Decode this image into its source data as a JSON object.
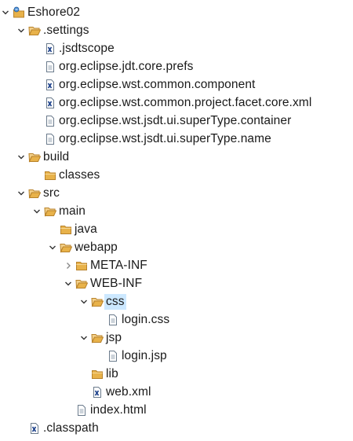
{
  "tree": {
    "items": [
      {
        "label": "Eshore02",
        "depth": 0,
        "arrow": "down",
        "icon": "project"
      },
      {
        "label": ".settings",
        "depth": 1,
        "arrow": "down",
        "icon": "folder-open"
      },
      {
        "label": ".jsdtscope",
        "depth": 2,
        "arrow": "none",
        "icon": "xml-file"
      },
      {
        "label": "org.eclipse.jdt.core.prefs",
        "depth": 2,
        "arrow": "none",
        "icon": "text-file"
      },
      {
        "label": "org.eclipse.wst.common.component",
        "depth": 2,
        "arrow": "none",
        "icon": "xml-file"
      },
      {
        "label": "org.eclipse.wst.common.project.facet.core.xml",
        "depth": 2,
        "arrow": "none",
        "icon": "xml-file"
      },
      {
        "label": "org.eclipse.wst.jsdt.ui.superType.container",
        "depth": 2,
        "arrow": "none",
        "icon": "text-file"
      },
      {
        "label": "org.eclipse.wst.jsdt.ui.superType.name",
        "depth": 2,
        "arrow": "none",
        "icon": "text-file"
      },
      {
        "label": "build",
        "depth": 1,
        "arrow": "down",
        "icon": "folder-open"
      },
      {
        "label": "classes",
        "depth": 2,
        "arrow": "none",
        "icon": "folder"
      },
      {
        "label": "src",
        "depth": 1,
        "arrow": "down",
        "icon": "folder-open"
      },
      {
        "label": "main",
        "depth": 2,
        "arrow": "down",
        "icon": "folder-open"
      },
      {
        "label": "java",
        "depth": 3,
        "arrow": "none",
        "icon": "folder"
      },
      {
        "label": "webapp",
        "depth": 3,
        "arrow": "down",
        "icon": "folder-open"
      },
      {
        "label": "META-INF",
        "depth": 4,
        "arrow": "right",
        "icon": "folder"
      },
      {
        "label": "WEB-INF",
        "depth": 4,
        "arrow": "down",
        "icon": "folder-open"
      },
      {
        "label": "css",
        "depth": 5,
        "arrow": "down",
        "icon": "folder-open",
        "selected": true
      },
      {
        "label": "login.css",
        "depth": 6,
        "arrow": "none",
        "icon": "text-file"
      },
      {
        "label": "jsp",
        "depth": 5,
        "arrow": "down",
        "icon": "folder-open"
      },
      {
        "label": "login.jsp",
        "depth": 6,
        "arrow": "none",
        "icon": "text-file"
      },
      {
        "label": "lib",
        "depth": 5,
        "arrow": "none",
        "icon": "folder"
      },
      {
        "label": "web.xml",
        "depth": 5,
        "arrow": "none",
        "icon": "xml-file"
      },
      {
        "label": "index.html",
        "depth": 4,
        "arrow": "none",
        "icon": "text-file"
      },
      {
        "label": ".classpath",
        "depth": 1,
        "arrow": "none",
        "icon": "xml-file"
      }
    ]
  },
  "colors": {
    "folder": "#e8b24a",
    "folder_edge": "#b8822a",
    "selection": "#cce8ff",
    "arrow": "#333333",
    "xml_mark": "#1a3f8a",
    "file_edge": "#6b7b8c"
  }
}
